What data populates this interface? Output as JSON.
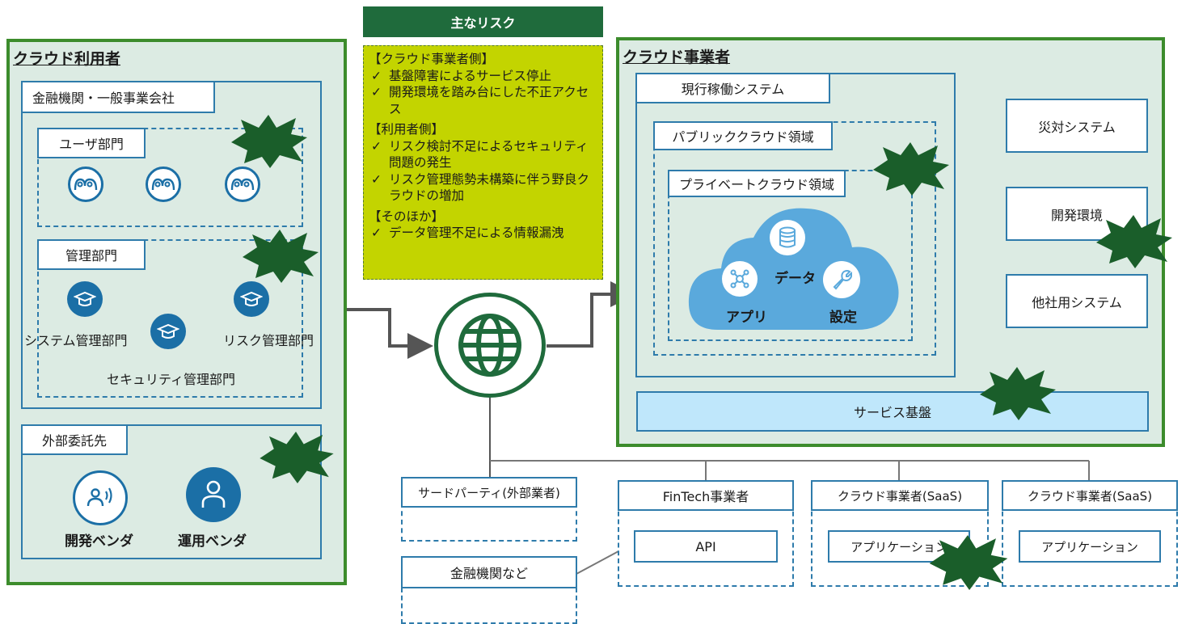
{
  "risk_panel": {
    "title": "主なリスク",
    "sections": [
      {
        "head": "【クラウド事業者側】",
        "items": [
          "基盤障害によるサービス停止",
          "開発環境を踏み台にした不正アクセス"
        ]
      },
      {
        "head": "【利用者側】",
        "items": [
          "リスク検討不足によるセキュリティ問題の発生",
          "リスク管理態勢未構築に伴う野良クラウドの増加"
        ]
      },
      {
        "head": "【そのほか】",
        "items": [
          "データ管理不足による情報漏洩"
        ]
      }
    ],
    "check": "✓"
  },
  "cloud_user": {
    "title": "クラウド利用者",
    "org": "金融機関・一般事業会社",
    "user_dept": "ユーザ部門",
    "admin_dept": "管理部門",
    "system_admin": "システム管理部門",
    "risk_admin": "リスク管理部門",
    "security_admin": "セキュリティ管理部門",
    "outsource": "外部委託先",
    "dev_vendor": "開発ベンダ",
    "ops_vendor": "運用ベンダ"
  },
  "cloud_provider": {
    "title": "クラウド事業者",
    "current_system": "現行稼働システム",
    "public_cloud": "パブリッククラウド領域",
    "private_cloud": "プライベートクラウド領域",
    "data": "データ",
    "app": "アプリ",
    "settings": "設定",
    "dr_system": "災対システム",
    "dev_env": "開発環境",
    "other_system": "他社用システム",
    "service_base": "サービス基盤"
  },
  "third_parties": {
    "third_party": "サードパーティ(外部業者)",
    "financial_etc": "金融機関など",
    "fintech": "FinTech事業者",
    "api": "API",
    "saas1": "クラウド事業者(SaaS)",
    "saas1_app": "アプリケーション",
    "saas2": "クラウド事業者(SaaS)",
    "saas2_app": "アプリケーション"
  },
  "colors": {
    "panel_border": "#3c8c2c",
    "panel_fill": "#dcebe3",
    "box_border": "#2e7bab",
    "risk_header": "#1f6b3c",
    "risk_body": "#c3d400",
    "burst": "#1a5e2a",
    "cloud": "#5aa9dc",
    "service_base": "#bfe7fb",
    "icon_blue": "#1b6fa6"
  },
  "icons": [
    "people-icon",
    "graduation-cap-icon",
    "person-icon",
    "broadcast-person-icon",
    "globe-icon",
    "database-icon",
    "network-icon",
    "wrench-icon",
    "burst-icon"
  ]
}
